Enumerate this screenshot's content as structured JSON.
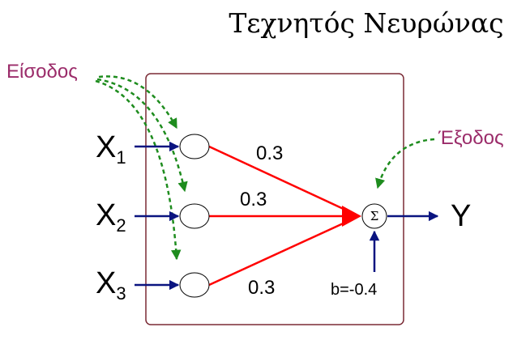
{
  "title": "Τεχνητός Νευρώνας",
  "input_label": "Είσοδος",
  "output_label": "Έξοδος",
  "inputs": [
    {
      "var": "X",
      "sub": "1",
      "weight": "0.3"
    },
    {
      "var": "X",
      "sub": "2",
      "weight": "0.3"
    },
    {
      "var": "X",
      "sub": "3",
      "weight": "0.3"
    }
  ],
  "sum_symbol": "Σ",
  "output_var": "Y",
  "bias": "b=-0.4",
  "colors": {
    "box_border": "#7a2a35",
    "label_color": "#9b2c6a",
    "arrow_blue": "#0a1480",
    "weight_line": "#ff0000",
    "dashed_green": "#1e8c1e"
  }
}
